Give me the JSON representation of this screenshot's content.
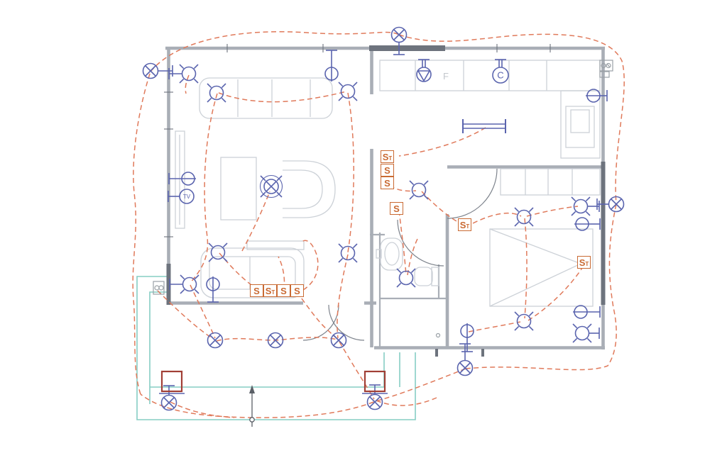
{
  "plan": {
    "name": "electrical-floor-plan",
    "labels": {
      "fridge": "F",
      "cooker": "C",
      "tv_outlet": "TV",
      "switch": "S",
      "switch_toggle_sub": "T"
    },
    "switch_units": [
      {
        "label": "S",
        "sub": "T"
      },
      {
        "label": "S",
        "sub": ""
      },
      {
        "label": "S",
        "sub": ""
      },
      {
        "label": "S",
        "sub": ""
      },
      {
        "label": "S",
        "sub": "T"
      },
      {
        "label": "S",
        "sub": "T"
      },
      {
        "label": "S",
        "sub": ""
      },
      {
        "label": "S",
        "sub": "T"
      },
      {
        "label": "S",
        "sub": ""
      },
      {
        "label": "S",
        "sub": ""
      }
    ]
  },
  "colors": {
    "wall": "#a9aeb6",
    "wall_dark": "#6d737d",
    "furniture": "#ccd1d7",
    "symbol": "#5a64ae",
    "wire": "#e07a5b",
    "switch": "#c96a33",
    "terrace": "#86cdc4",
    "post": "#a13f36",
    "arrow": "#5a5f66",
    "background": "#ffffff",
    "label_gray": "#c3c7cc"
  }
}
